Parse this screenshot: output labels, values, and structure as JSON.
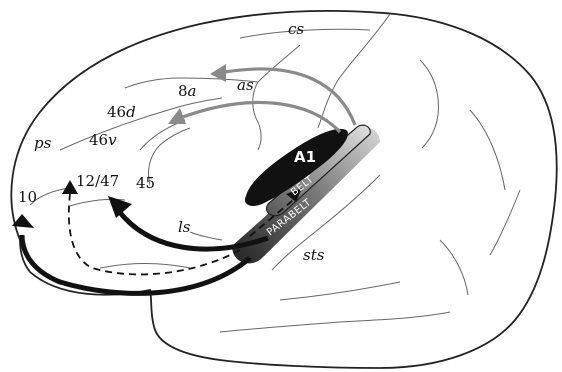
{
  "labels": {
    "cs": "cs",
    "as": "as",
    "a8_num": "8",
    "a8_sub": "a",
    "a46d_num": "46",
    "a46d_sub": "d",
    "a46v_num": "46",
    "a46v_sub": "v",
    "ps": "ps",
    "a10": "10",
    "a12_47": "12/47",
    "a45": "45",
    "ls": "ls",
    "sts": "sts",
    "a1": "A1",
    "belt": "BELT",
    "parabelt": "PARABELT"
  },
  "colors": {
    "outline": "#222222",
    "sulcus": "#555555",
    "arrow_black": "#111111",
    "arrow_gray": "#888888",
    "a1_fill": "#111111",
    "belt_strip": "#9a9a9a",
    "parabelt_strip": "#4a4a4a"
  }
}
